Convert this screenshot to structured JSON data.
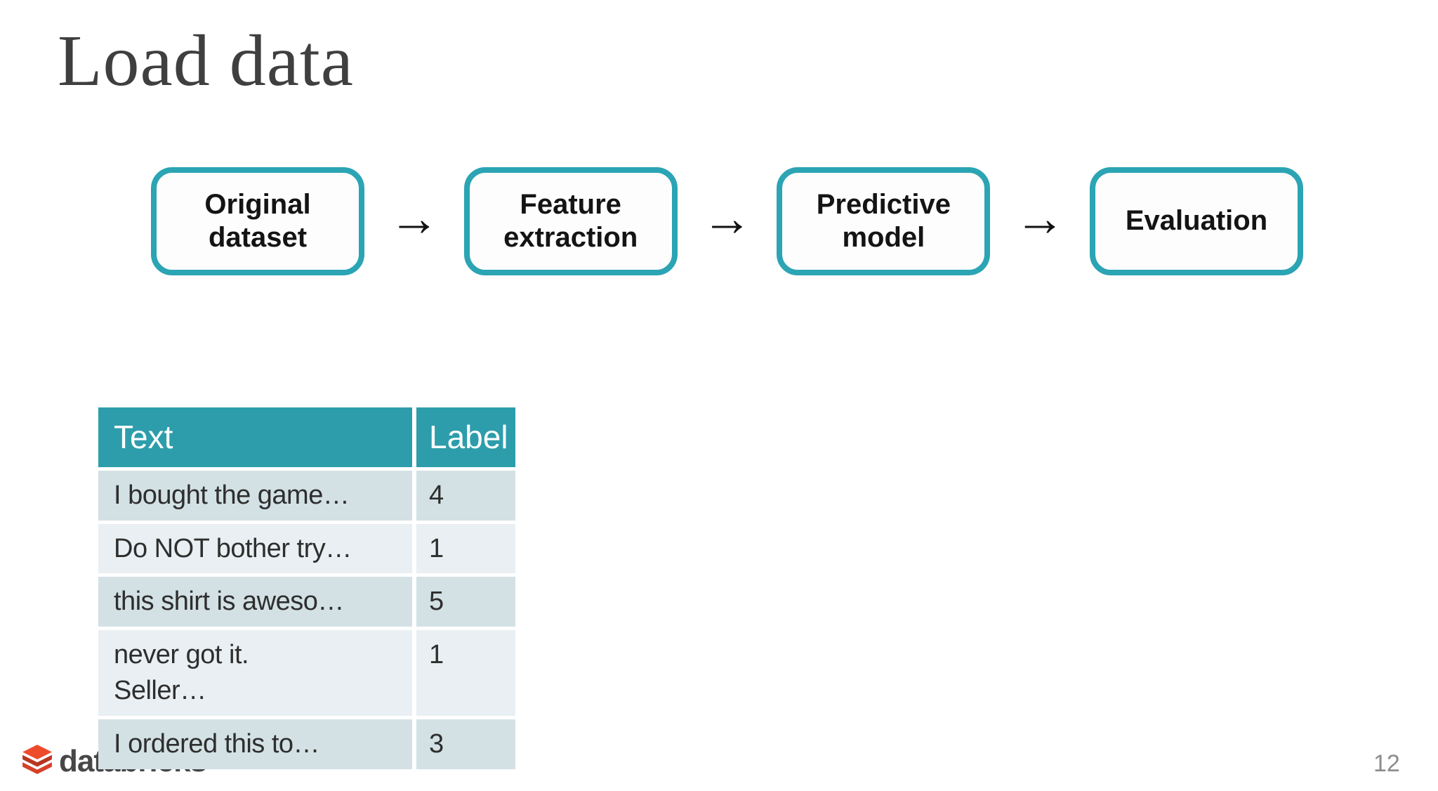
{
  "title": "Load data",
  "flow": {
    "arrow_glyph": "→",
    "steps": [
      {
        "label": "Original dataset"
      },
      {
        "label": "Feature extraction"
      },
      {
        "label": "Predictive model"
      },
      {
        "label": "Evaluation"
      }
    ]
  },
  "table": {
    "headers": [
      "Text",
      "Label"
    ],
    "rows": [
      {
        "text": "I bought the game…",
        "label": "4"
      },
      {
        "text": "Do NOT bother try…",
        "label": "1"
      },
      {
        "text": "this shirt is aweso…",
        "label": "5"
      },
      {
        "text": "never got it.\nSeller…",
        "label": "1"
      },
      {
        "text": "I ordered this to…",
        "label": "3"
      }
    ]
  },
  "footer": {
    "logo_text": "databricks",
    "page_number": "12"
  },
  "colors": {
    "box_border_teal": "#2ba4b4",
    "header_teal": "#2d9dab",
    "row_dark": "#d3e1e4",
    "row_light": "#e9eff2",
    "logo_red_bright": "#ee4b2b",
    "logo_red_dark": "#b83620",
    "logo_red_mid": "#d6402a"
  }
}
